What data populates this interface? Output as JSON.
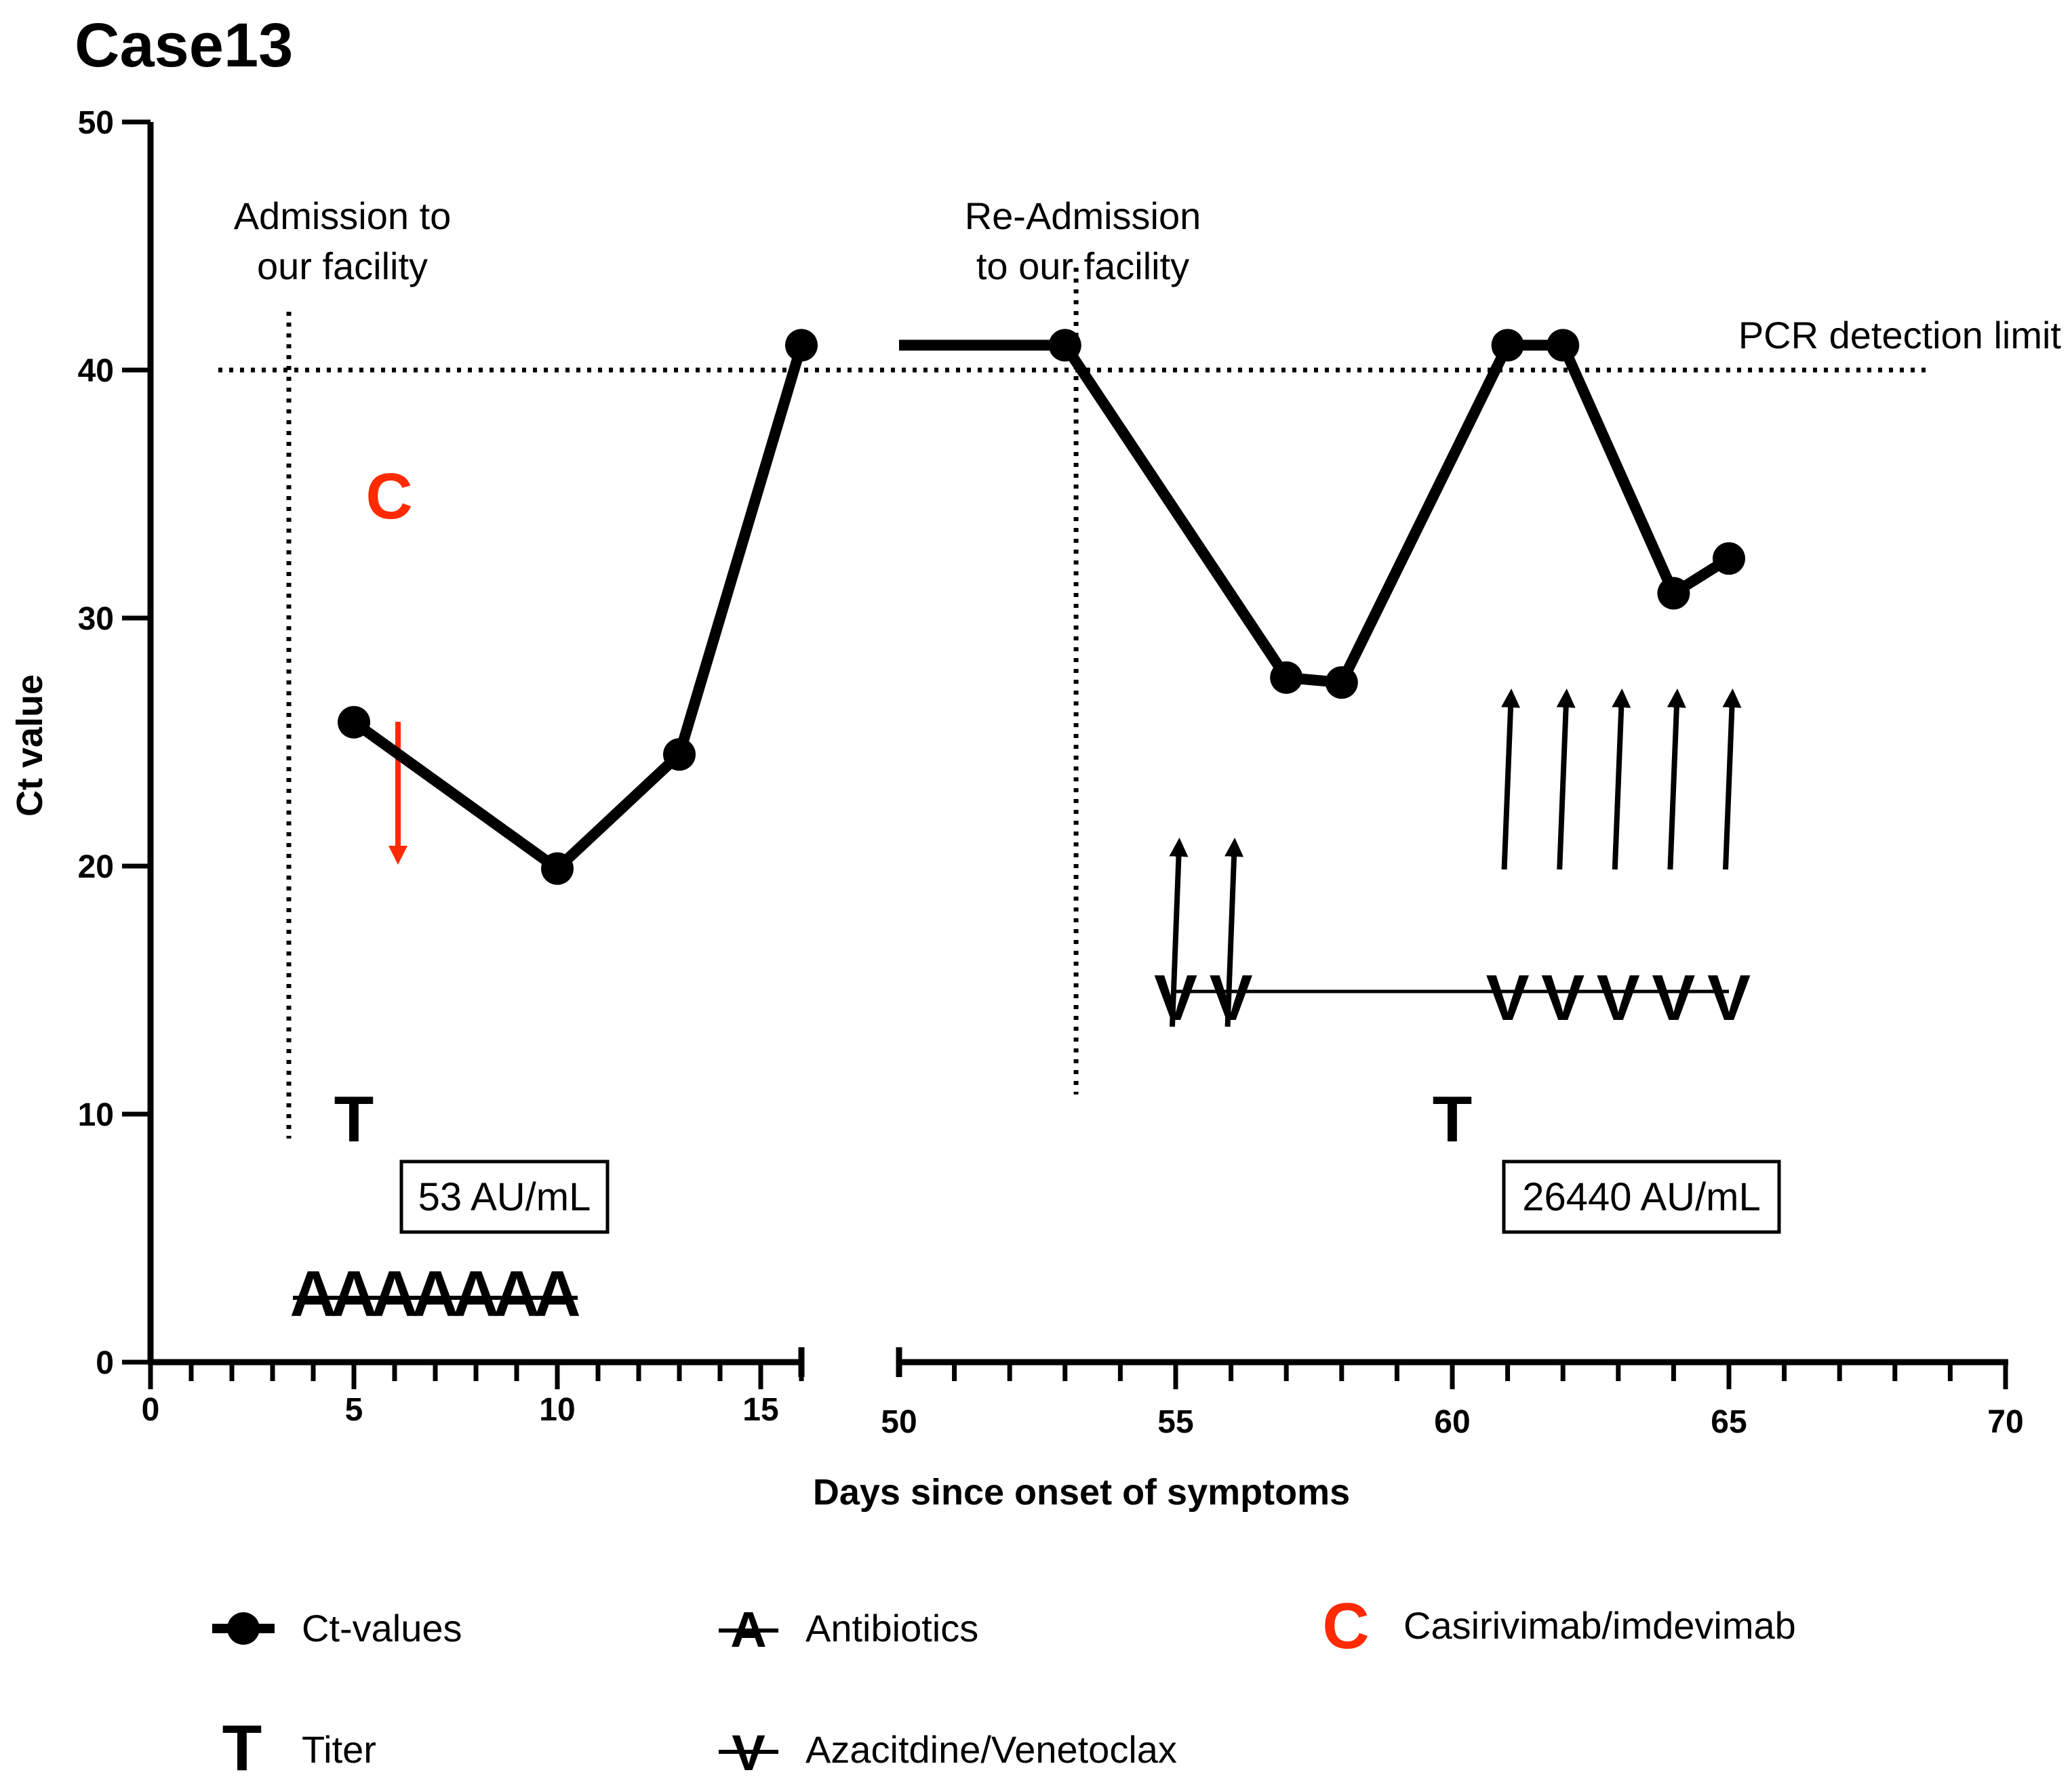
{
  "chart_data": {
    "type": "line",
    "title": "Case13",
    "xlabel": "Days since onset of symptoms",
    "ylabel": "Ct value",
    "ylim": [
      0,
      50
    ],
    "yticks": [
      "0",
      "10",
      "20",
      "30",
      "40",
      "50"
    ],
    "x_segments": [
      {
        "range": [
          0,
          16
        ],
        "ticks": [
          "0",
          "5",
          "10",
          "15"
        ]
      },
      {
        "range": [
          50,
          70
        ],
        "ticks": [
          "50",
          "55",
          "60",
          "65",
          "70"
        ]
      }
    ],
    "series": [
      {
        "name": "Ct-values",
        "points": [
          [
            5,
            25.8
          ],
          [
            10,
            19.9
          ],
          [
            13,
            24.5
          ],
          [
            16,
            41
          ]
        ]
      },
      {
        "name": "Ct-values",
        "points": [
          [
            53,
            41
          ],
          [
            57,
            27.6
          ],
          [
            58,
            27.4
          ],
          [
            61,
            41
          ],
          [
            62,
            41
          ],
          [
            64,
            31
          ],
          [
            65,
            32.4
          ]
        ]
      }
    ],
    "flat_prefix": {
      "x": [
        50,
        53
      ],
      "y": 41
    },
    "detection_limit": {
      "y": 40,
      "label": "PCR detection limit"
    },
    "events": {
      "admission": {
        "x": 3.4,
        "label_line1": "Admission to",
        "label_line2": "our facility"
      },
      "readmission": {
        "x": 53.2,
        "label_line1": "Re-Admission",
        "label_line2": "to our facility"
      }
    },
    "markers": {
      "casirivimab": {
        "symbol": "C",
        "x": 6,
        "y": 35
      },
      "antibiotics_days": [
        4,
        5,
        6,
        7,
        8,
        9,
        10
      ],
      "azacitidine_days": [
        55,
        56,
        61,
        62,
        63,
        64,
        65
      ],
      "titers": [
        {
          "symbol": "T",
          "x": 5,
          "value": "53 AU/mL"
        },
        {
          "symbol": "T",
          "x": 60,
          "value": "26440 AU/mL"
        }
      ]
    },
    "legend": [
      {
        "icon": "ct-line-dot",
        "label": "Ct-values"
      },
      {
        "icon": "antibiotic-A",
        "label": "Antibiotics"
      },
      {
        "icon": "casirivimab-C",
        "label": "Casirivimab/imdevimab"
      },
      {
        "icon": "titer-T",
        "label": "Titer"
      },
      {
        "icon": "azacitidine-V",
        "label": "Azacitdine/Venetoclax"
      }
    ],
    "colors": {
      "line": "#000000",
      "casirivimab": "#ff2a00"
    }
  }
}
